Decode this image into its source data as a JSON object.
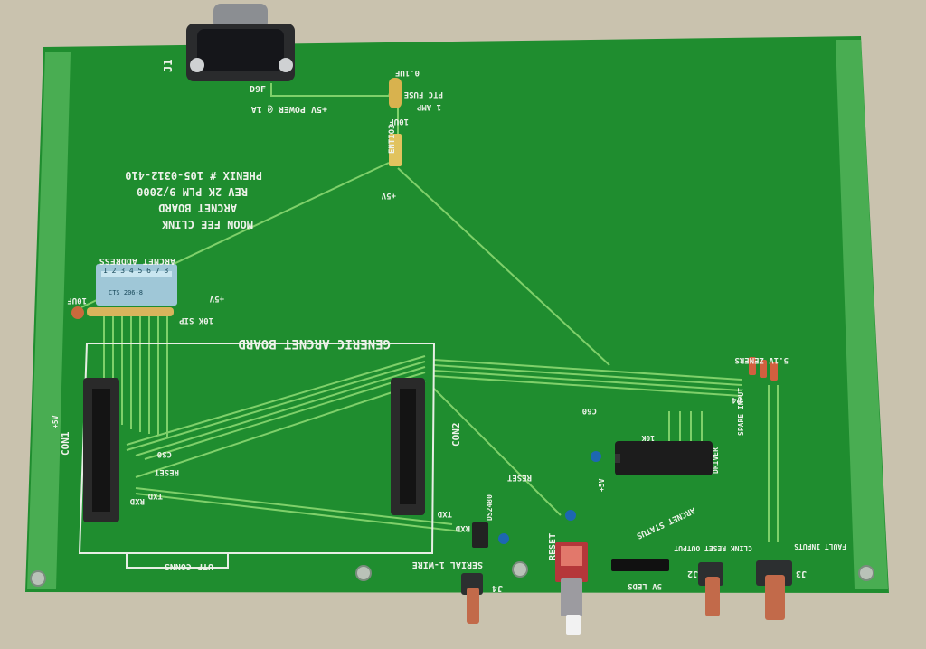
{
  "photo": {
    "colors": {
      "background": "#c9c2ae",
      "board": "#1f8d2f",
      "rail": "#49ad52",
      "trace": "#7fd06a",
      "silkscreen": "#eef2ea",
      "chip": "#1c1c1c",
      "connector": "#2a2a2a",
      "jumper": "#c26a4a"
    },
    "silkscreen": {
      "title_block": [
        "PHENIX # 105-0312-410",
        "REV 2K  PLM  9/2000",
        "ARCNET BOARD",
        "MOON FEE CLINK"
      ],
      "board_name": "GENERIC ARCNET BOARD",
      "j1": "J1",
      "d9f": "D9F",
      "power": "+5V POWER @ 1A",
      "ptc_fuse": "PTC FUSE",
      "one_amp": "1 AMP",
      "cap_01uf": "0.1UF",
      "cap_10uf": "10UF",
      "entio3": "ENTIO3",
      "plus5v": "+5V",
      "arcnet_address": "ARCNET ADDRESS",
      "dip_numbers": "1 2 3 4 5 6 7 8",
      "dip_maker": "CTS 206-8",
      "sip_label": "10K SIP",
      "cap_10uf_left": "10UF",
      "con1": "CON1",
      "con2": "CON2",
      "utp_conns": "UTP CONNS",
      "reset": "RESET",
      "reset_con2": "RESET",
      "cs0": "CS0",
      "txd": "TXD",
      "rxd": "RXD",
      "txd_con2": "TXD",
      "rxd_con2": "RXD",
      "ds2480": "DS2480",
      "serial_1wire": "SERIAL 1-WIRE",
      "j4": "J4",
      "reset_button": "RESET",
      "arcnet_status": "ARCNET STATUS",
      "leds": "5V LEDS",
      "clink_reset_output": "CLINK RESET OUTPUT",
      "j2": "J2",
      "j3": "J3",
      "fault_inputs": "FAULT INPUTS",
      "zeners": "5.1V ZENERS",
      "spare_input": "SPARE INPUT",
      "driver": "DRIVER",
      "r10k": "10K",
      "c60": "C60",
      "p4": "P4"
    }
  }
}
